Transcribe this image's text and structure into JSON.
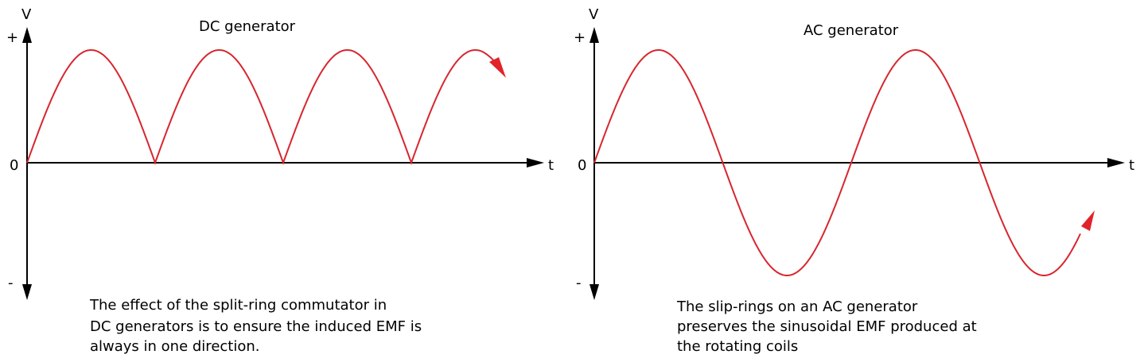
{
  "dc": {
    "title": "DC generator",
    "v_label": "V",
    "plus_label": "+",
    "minus_label": "-",
    "zero_label": "0",
    "t_label": "t",
    "caption": [
      "The effect of the split-ring commutator in",
      "DC generators is to ensure the induced EMF is",
      "always in one direction."
    ]
  },
  "ac": {
    "title": "AC generator",
    "v_label": "V",
    "plus_label": "+",
    "minus_label": "-",
    "zero_label": "0",
    "t_label": "t",
    "caption": [
      "The slip-rings on an AC generator",
      "preserves the sinusoidal EMF produced at",
      "the rotating coils"
    ]
  },
  "colors": {
    "waveform": "#d7262e",
    "axes": "#000000"
  }
}
